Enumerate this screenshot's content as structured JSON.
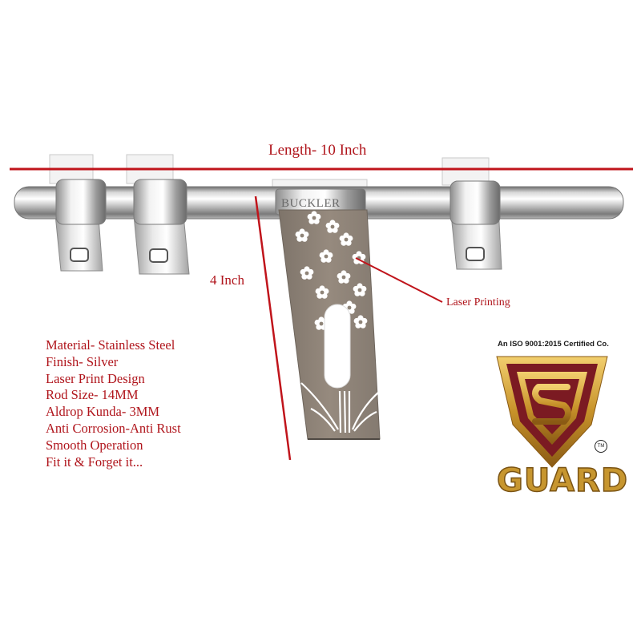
{
  "dimensions": {
    "length_label": "Length- 10 Inch",
    "height_label": "4 Inch"
  },
  "callout": {
    "laser_label": "Laser Printing"
  },
  "product": {
    "engraved_brand": "BUCKLER"
  },
  "specs": [
    "Material- Stainless Steel",
    "Finish-  Silver",
    "Laser Print Design",
    "Rod Size- 14MM",
    "Aldrop Kunda- 3MM",
    "Anti Corrosion-Anti Rust",
    "Smooth Operation",
    "Fit it & Forget it..."
  ],
  "logo": {
    "iso_text": "An ISO 9001:2015 Certified Co.",
    "brand_word": "GUARD",
    "tm": "TM",
    "colors": {
      "maroon": "#7b1a22",
      "gold": "#d9a83a",
      "dark_gold": "#8a5a14"
    }
  },
  "colors": {
    "annotation_red": "#b0151c",
    "steel_light": "#f4f4f4",
    "steel_dark": "#8a8a8a",
    "plate": "#8f8478"
  }
}
